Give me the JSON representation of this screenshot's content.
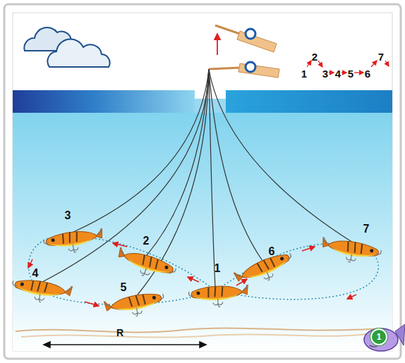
{
  "diagram": {
    "nodes": [
      {
        "text": [
          "1"
        ]
      }
    ],
    "labels": [
      "2",
      "7",
      "1",
      "3",
      "4",
      "5",
      "6",
      "3",
      "2",
      "7",
      "6",
      "1",
      "4",
      "5",
      "R"
    ]
  }
}
